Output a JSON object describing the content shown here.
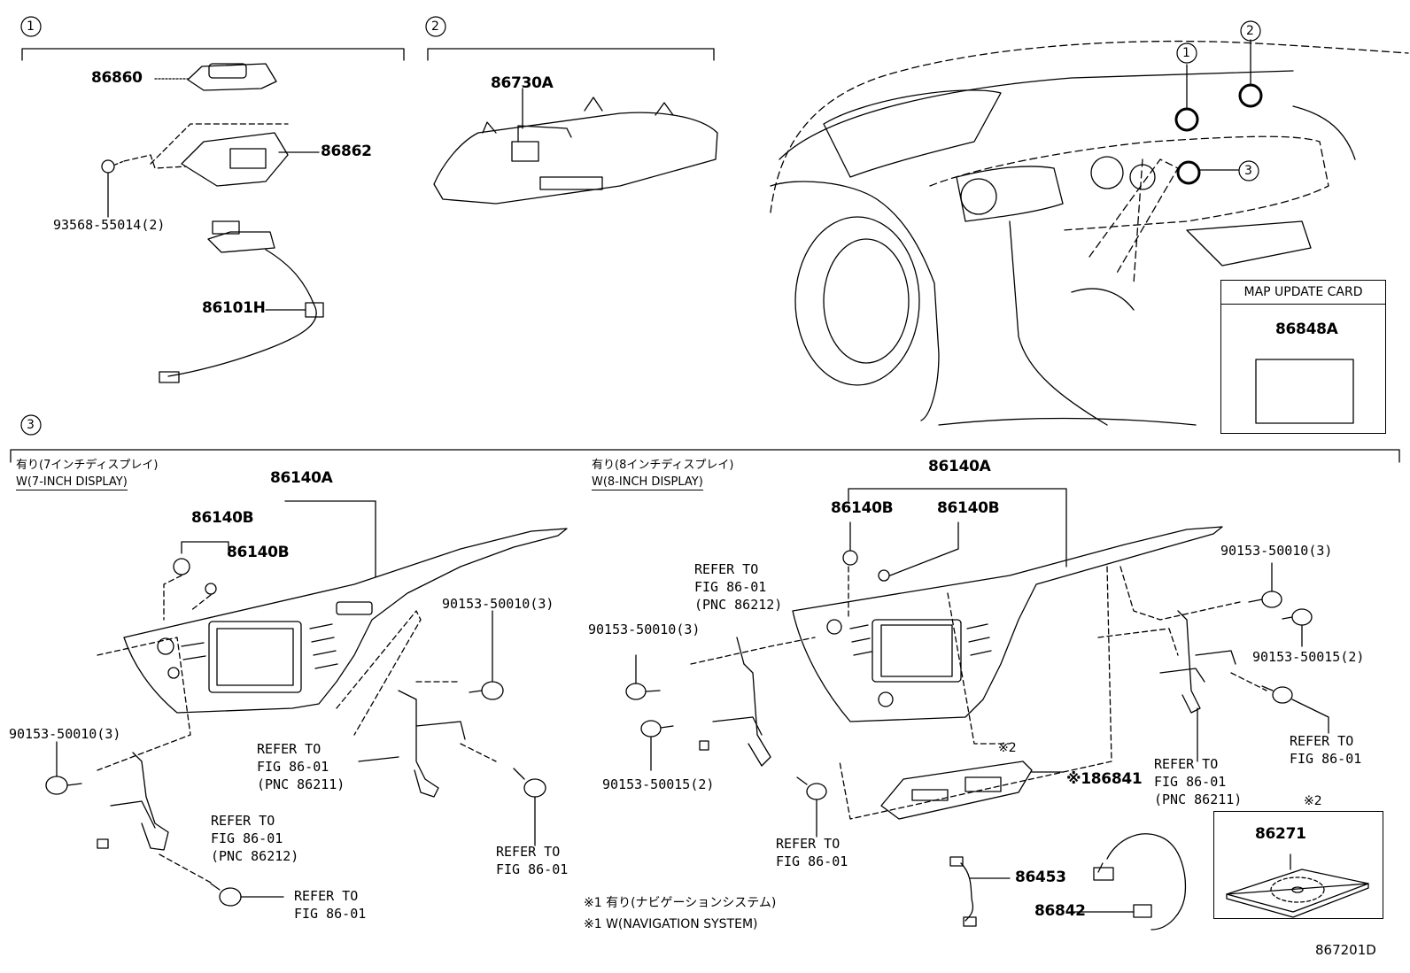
{
  "sections": [
    {
      "marker": "1"
    },
    {
      "marker": "2"
    },
    {
      "marker": "3"
    }
  ],
  "vehicle_callouts": [
    "1",
    "2",
    "3"
  ],
  "section1": {
    "parts": [
      "86860",
      "86862",
      "93568-55014(2)",
      "86101H"
    ]
  },
  "section2": {
    "parts": [
      "86730A"
    ]
  },
  "map_update_card": {
    "title": "MAP UPDATE CARD",
    "part": "86848A"
  },
  "variant_7inch": {
    "jp_label": "有り(7インチディスプレイ)",
    "en_label": "W(7-INCH DISPLAY)",
    "parts": [
      "86140A",
      "86140B",
      "86140B",
      "90153-50010(3)",
      "90153-50010(3)"
    ],
    "refers": [
      "REFER TO\nFIG 86-01\n(PNC 86211)",
      "REFER TO\nFIG 86-01\n(PNC 86212)",
      "REFER TO\nFIG 86-01",
      "REFER TO\nFIG 86-01"
    ]
  },
  "variant_8inch": {
    "jp_label": "有り(8インチディスプレイ)",
    "en_label": "W(8-INCH DISPLAY)",
    "parts": [
      "86140A",
      "86140B",
      "86140B",
      "90153-50010(3)",
      "90153-50010(3)",
      "90153-50015(2)",
      "90153-50015(2)",
      "※186841",
      "86453",
      "86842",
      "86271"
    ],
    "note_mark": "※2",
    "refers": [
      "REFER TO\nFIG 86-01\n(PNC 86212)",
      "REFER TO\nFIG 86-01",
      "REFER TO\nFIG 86-01\n(PNC 86211)",
      "REFER TO\nFIG 86-01"
    ]
  },
  "footnotes": {
    "jp": "※1 有り(ナビゲーションシステム)",
    "en": "※1 W(NAVIGATION SYSTEM)",
    "cd_mark": "※2"
  },
  "figure_id": "867201D"
}
